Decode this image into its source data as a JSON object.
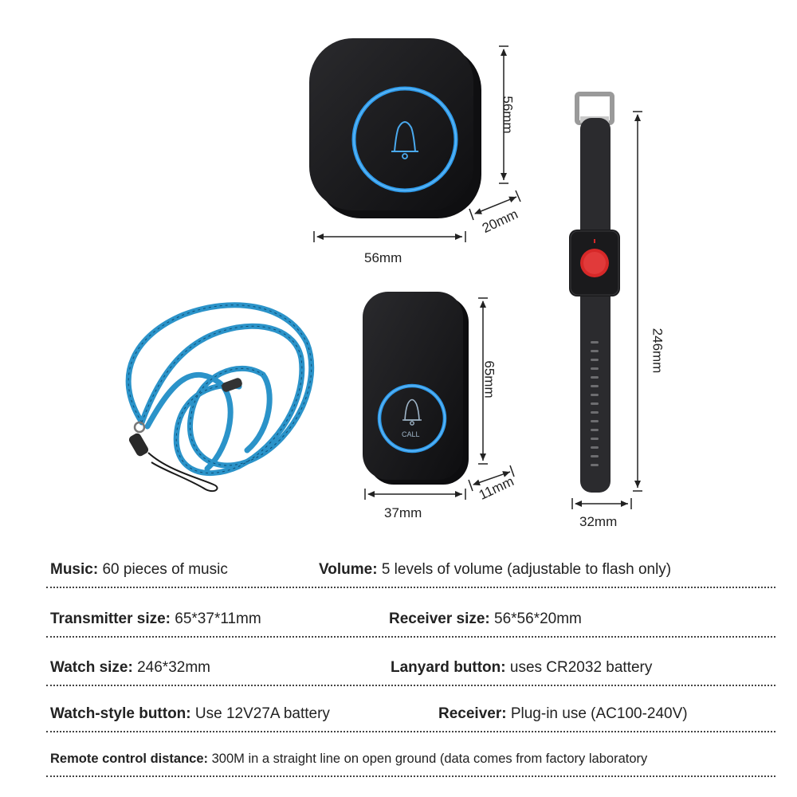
{
  "dimensions": {
    "receiver_width": "56mm",
    "receiver_height": "56mm",
    "receiver_depth": "20mm",
    "transmitter_width": "37mm",
    "transmitter_height": "65mm",
    "transmitter_depth": "11mm",
    "watch_length": "246mm",
    "watch_width": "32mm",
    "call_button_label": "CALL"
  },
  "specs": [
    {
      "left": {
        "label": "Music:",
        "value": " 60 pieces of music"
      },
      "right": {
        "label": "Volume:",
        "value": " 5 levels of volume (adjustable to flash only)"
      }
    },
    {
      "left": {
        "label": "Transmitter size:",
        "value": " 65*37*11mm"
      },
      "right": {
        "label": "Receiver size:",
        "value": " 56*56*20mm"
      }
    },
    {
      "left": {
        "label": "Watch size:",
        "value": " 246*32mm"
      },
      "right": {
        "label": "Lanyard button:",
        "value": " uses CR2032 battery"
      }
    },
    {
      "left": {
        "label": "Watch-style button:",
        "value": " Use 12V27A battery"
      },
      "right": {
        "label": "Receiver:",
        "value": " Plug-in use (AC100-240V)"
      }
    }
  ],
  "remote": {
    "label": "Remote control distance:",
    "value": " 300M in a straight line on open ground (data comes from factory laboratory"
  },
  "colors": {
    "device_black": "#1b1b1d",
    "ring_blue": "#2f9bea",
    "lanyard_blue": "#2b93c9",
    "watch_red": "#d62828"
  }
}
